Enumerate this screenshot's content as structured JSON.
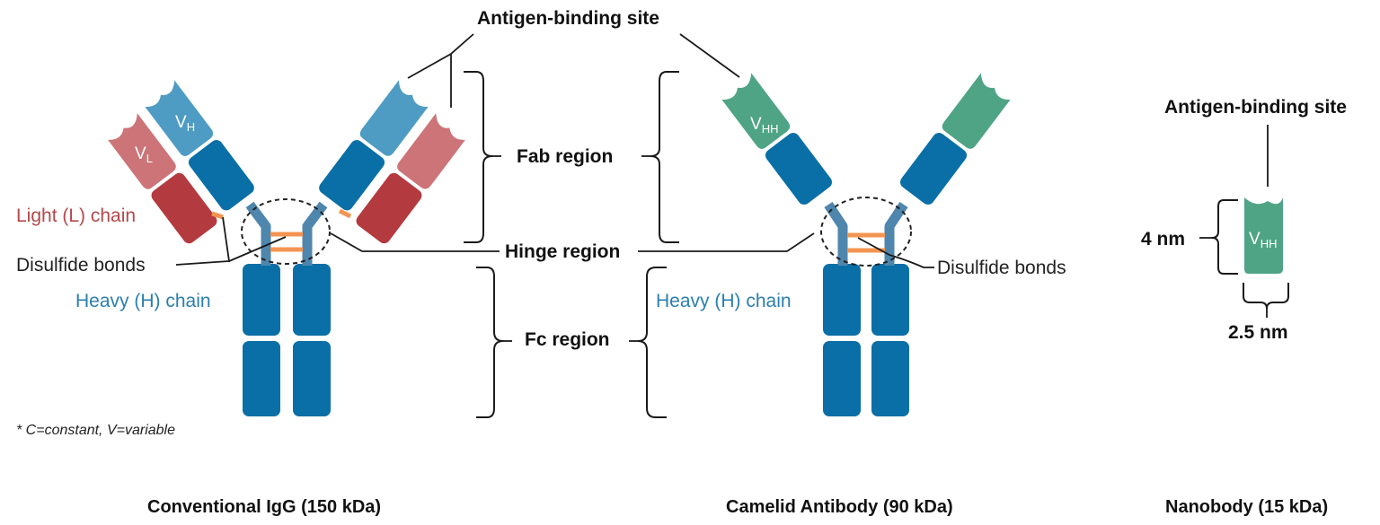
{
  "colors": {
    "heavy_constant": "#0a6fa6",
    "heavy_variable": "#4e9cc3",
    "hinge": "#4f86ad",
    "light_constant": "#b33a3e",
    "light_variable": "#cc7478",
    "vhh": "#4fa486",
    "disulfide": "#f39451",
    "light_chain_text": "#b5474a",
    "heavy_chain_text": "#2a7fae"
  },
  "igg": {
    "vh_label": "V",
    "vh_sub": "H",
    "vl_label": "V",
    "vl_sub": "L",
    "light_chain_label": "Light (L) chain",
    "disulfide_label": "Disulfide bonds",
    "heavy_chain_label": "Heavy (H) chain",
    "title": "Conventional IgG (150 kDa)",
    "footnote": "* C=constant, V=variable"
  },
  "shared": {
    "antigen_site_label": "Antigen-binding site",
    "fab_label": "Fab region",
    "hinge_label": "Hinge region",
    "fc_label": "Fc region"
  },
  "camelid": {
    "vhh_label": "V",
    "vhh_sub": "HH",
    "heavy_chain_label": "Heavy (H) chain",
    "disulfide_label": "Disulfide bonds",
    "title": "Camelid Antibody (90 kDa)"
  },
  "nanobody": {
    "antigen_site_label": "Antigen-binding site",
    "vhh_label": "V",
    "vhh_sub": "HH",
    "height_label": "4 nm",
    "width_label": "2.5 nm",
    "title": "Nanobody (15 kDa)"
  }
}
